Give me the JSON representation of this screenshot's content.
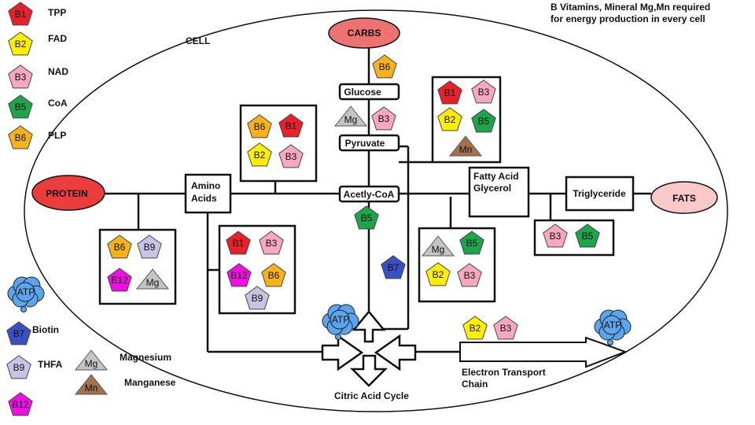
{
  "header": {
    "line1": "B Vitamins, Mineral Mg,Mn required",
    "line2": "for energy production in every cell"
  },
  "cell_label": "CELL",
  "colors": {
    "B1": "#e8202a",
    "B2": "#ffee00",
    "B3": "#f7a8c0",
    "B5": "#1ea44a",
    "B6": "#f6b21a",
    "B7": "#3a4fc4",
    "B9": "#c9c3e3",
    "B12": "#ee10e0",
    "Mg": "#c4c4c4",
    "Mn": "#a4714e",
    "ATP": "#5aa5ee",
    "CARBS": "#ef7272",
    "PROTEIN": "#ec3d3d",
    "FATS": "#f9c8c8"
  },
  "legend": {
    "vitamins": [
      {
        "code": "B1",
        "name": "TPP"
      },
      {
        "code": "B2",
        "name": "FAD"
      },
      {
        "code": "B3",
        "name": "NAD"
      },
      {
        "code": "B5",
        "name": "CoA"
      },
      {
        "code": "B6",
        "name": "PLP"
      }
    ],
    "atp": "ATP",
    "b7": {
      "code": "B7",
      "name": "Biotin"
    },
    "b9": {
      "code": "B9",
      "name": "THFA"
    },
    "b12": {
      "code": "B12"
    },
    "mg": {
      "code": "Mg",
      "name": "Magnesium"
    },
    "mn": {
      "code": "Mn",
      "name": "Manganese"
    }
  },
  "sources": {
    "carbs": "CARBS",
    "protein": "PROTEIN",
    "fats": "FATS"
  },
  "nodes": {
    "glucose": "Glucose",
    "pyruvate": "Pyruvate",
    "acetyl_coa": "Acetly-CoA",
    "amino_line1": "Amino",
    "amino_line2": "Acids",
    "fatty_line1": "Fatty Acid",
    "fatty_line2": "Glycerol",
    "triglyceride": "Triglyceride"
  },
  "cycle": {
    "label": "Citric Acid Cycle",
    "atp": "ATP"
  },
  "etc": {
    "line1": "Electron Transport",
    "line2": "Chain",
    "atp": "ATP"
  },
  "badges": {
    "b6_glucose": "B6",
    "mg_glycolysis": "Mg",
    "b3_glycolysis": "B3",
    "pdh_box": [
      "B1",
      "B3",
      "B2",
      "B5",
      "Mn"
    ],
    "amino_top_box": [
      "B6",
      "B1",
      "B2",
      "B3"
    ],
    "protein_box": [
      "B6",
      "B9",
      "B12",
      "Mg"
    ],
    "amino_bottom_box": [
      "B1",
      "B3",
      "B12",
      "B6",
      "B9"
    ],
    "b5_acetyl": "B5",
    "b7_cycle": "B7",
    "fatty_box": [
      "Mg",
      "B5",
      "B2",
      "B3"
    ],
    "trig_box": [
      "B3",
      "B5"
    ],
    "etc_badges": [
      "B2",
      "B3"
    ]
  }
}
